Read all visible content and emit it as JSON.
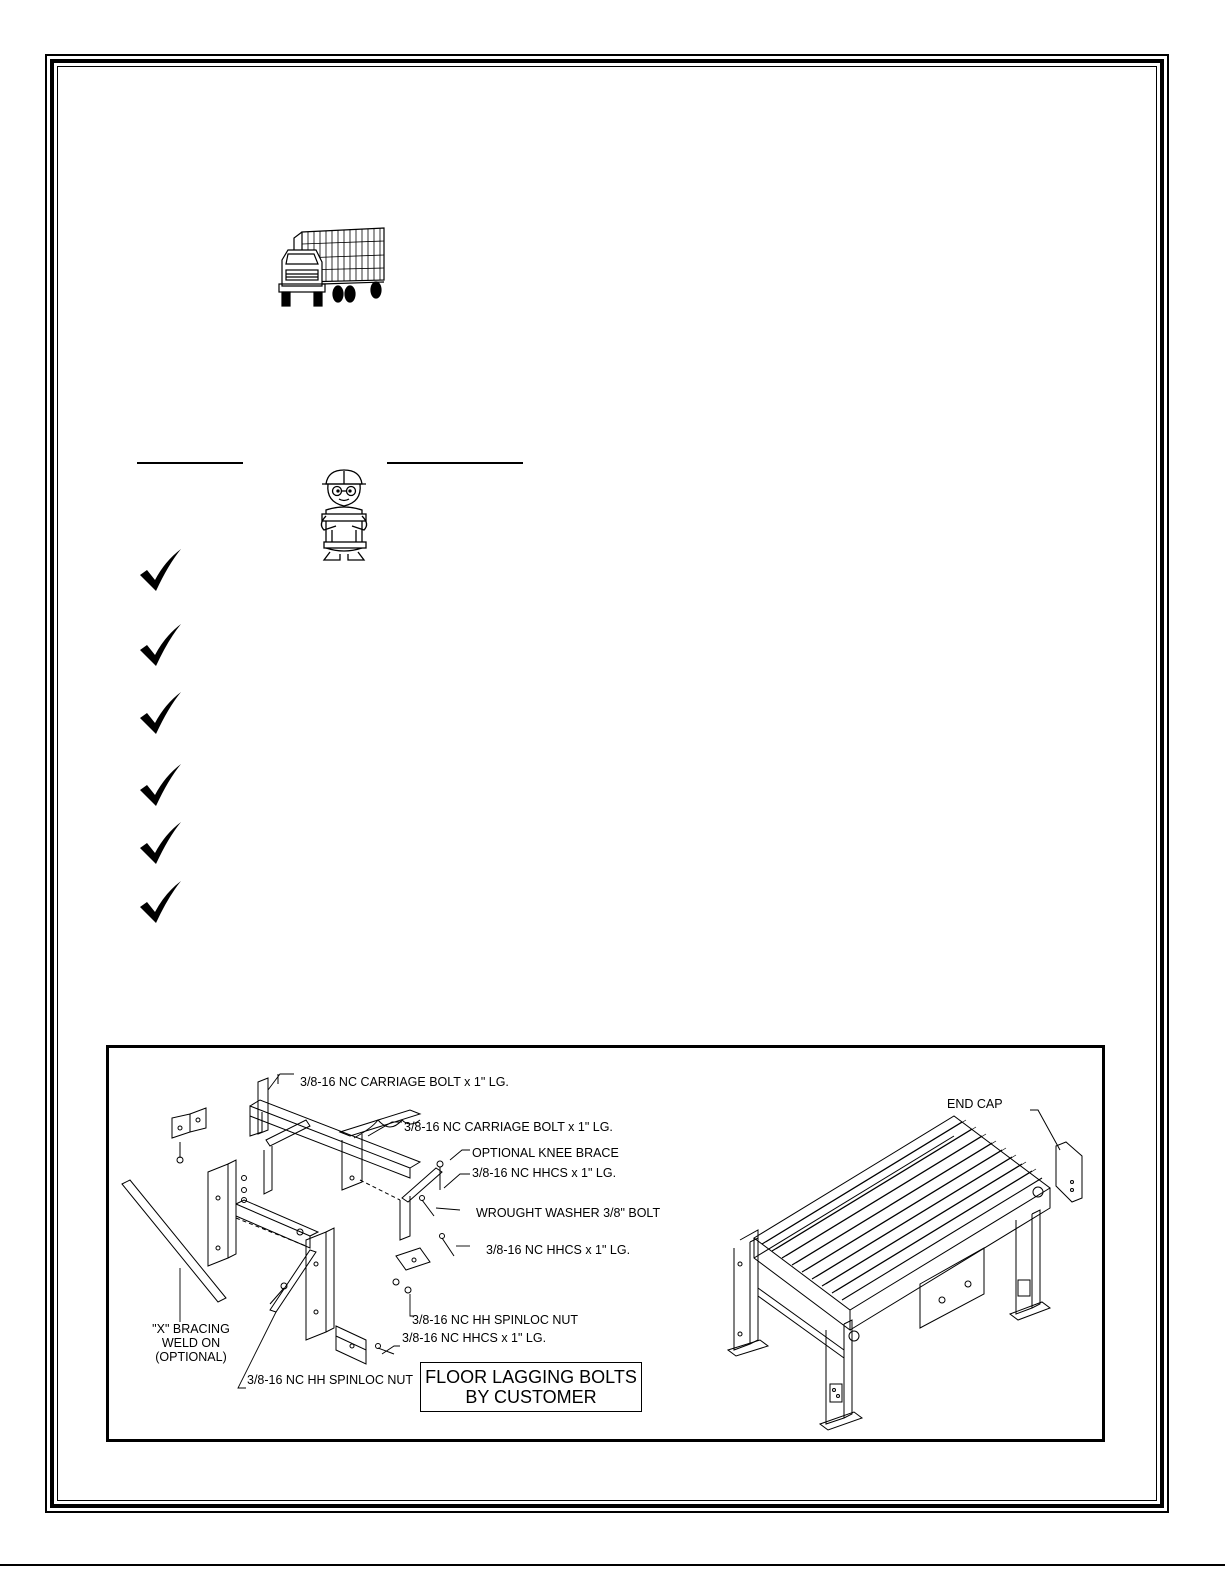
{
  "diagram": {
    "labels": {
      "carriage_bolt_1": "3/8-16 NC CARRIAGE BOLT x 1\" LG.",
      "carriage_bolt_2": "3/8-16 NC CARRIAGE BOLT x 1\" LG.",
      "knee_brace": "OPTIONAL KNEE BRACE",
      "hhcs_1": "3/8-16 NC HHCS x 1\" LG.",
      "washer": "WROUGHT WASHER 3/8\" BOLT",
      "hhcs_2": "3/8-16 NC HHCS x 1\" LG.",
      "spinloc_1": "3/8-16 NC HH SPINLOC NUT",
      "hhcs_3": "3/8-16 NC HHCS x 1\" LG.",
      "spinloc_2": "3/8-16 NC HH SPINLOC NUT",
      "x_bracing_1": "\"X\" BRACING",
      "x_bracing_2": "WELD ON",
      "x_bracing_3": "(OPTIONAL)",
      "end_cap": "END CAP"
    },
    "note_line1": "FLOOR LAGGING BOLTS",
    "note_line2": "BY CUSTOMER"
  }
}
